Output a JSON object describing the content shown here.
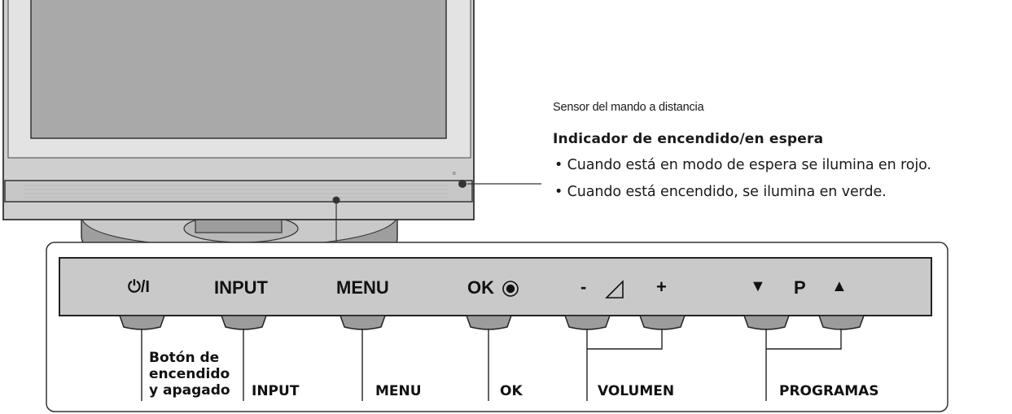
{
  "top_labels": {
    "sensor": "Sensor del mando a distancia",
    "indicator_title": "Indicador de encendido/en espera",
    "bullets": [
      "• Cuando está en modo de espera se ilumina en rojo.",
      "• Cuando está encendido, se ilumina en verde."
    ]
  },
  "panel": {
    "power": "⏻/I",
    "input": "INPUT",
    "menu": "MENU",
    "ok": "OK",
    "vol_minus": "-",
    "vol_plus": "+",
    "prog_down": "▼",
    "prog_p": "P",
    "prog_up": "▲"
  },
  "bottom_labels": {
    "power_lines": [
      "Botón de",
      "encendido",
      "y apagado"
    ],
    "input": "INPUT",
    "menu": "MENU",
    "ok": "OK",
    "volume": "VOLUMEN",
    "programs": "PROGRAMAS"
  }
}
